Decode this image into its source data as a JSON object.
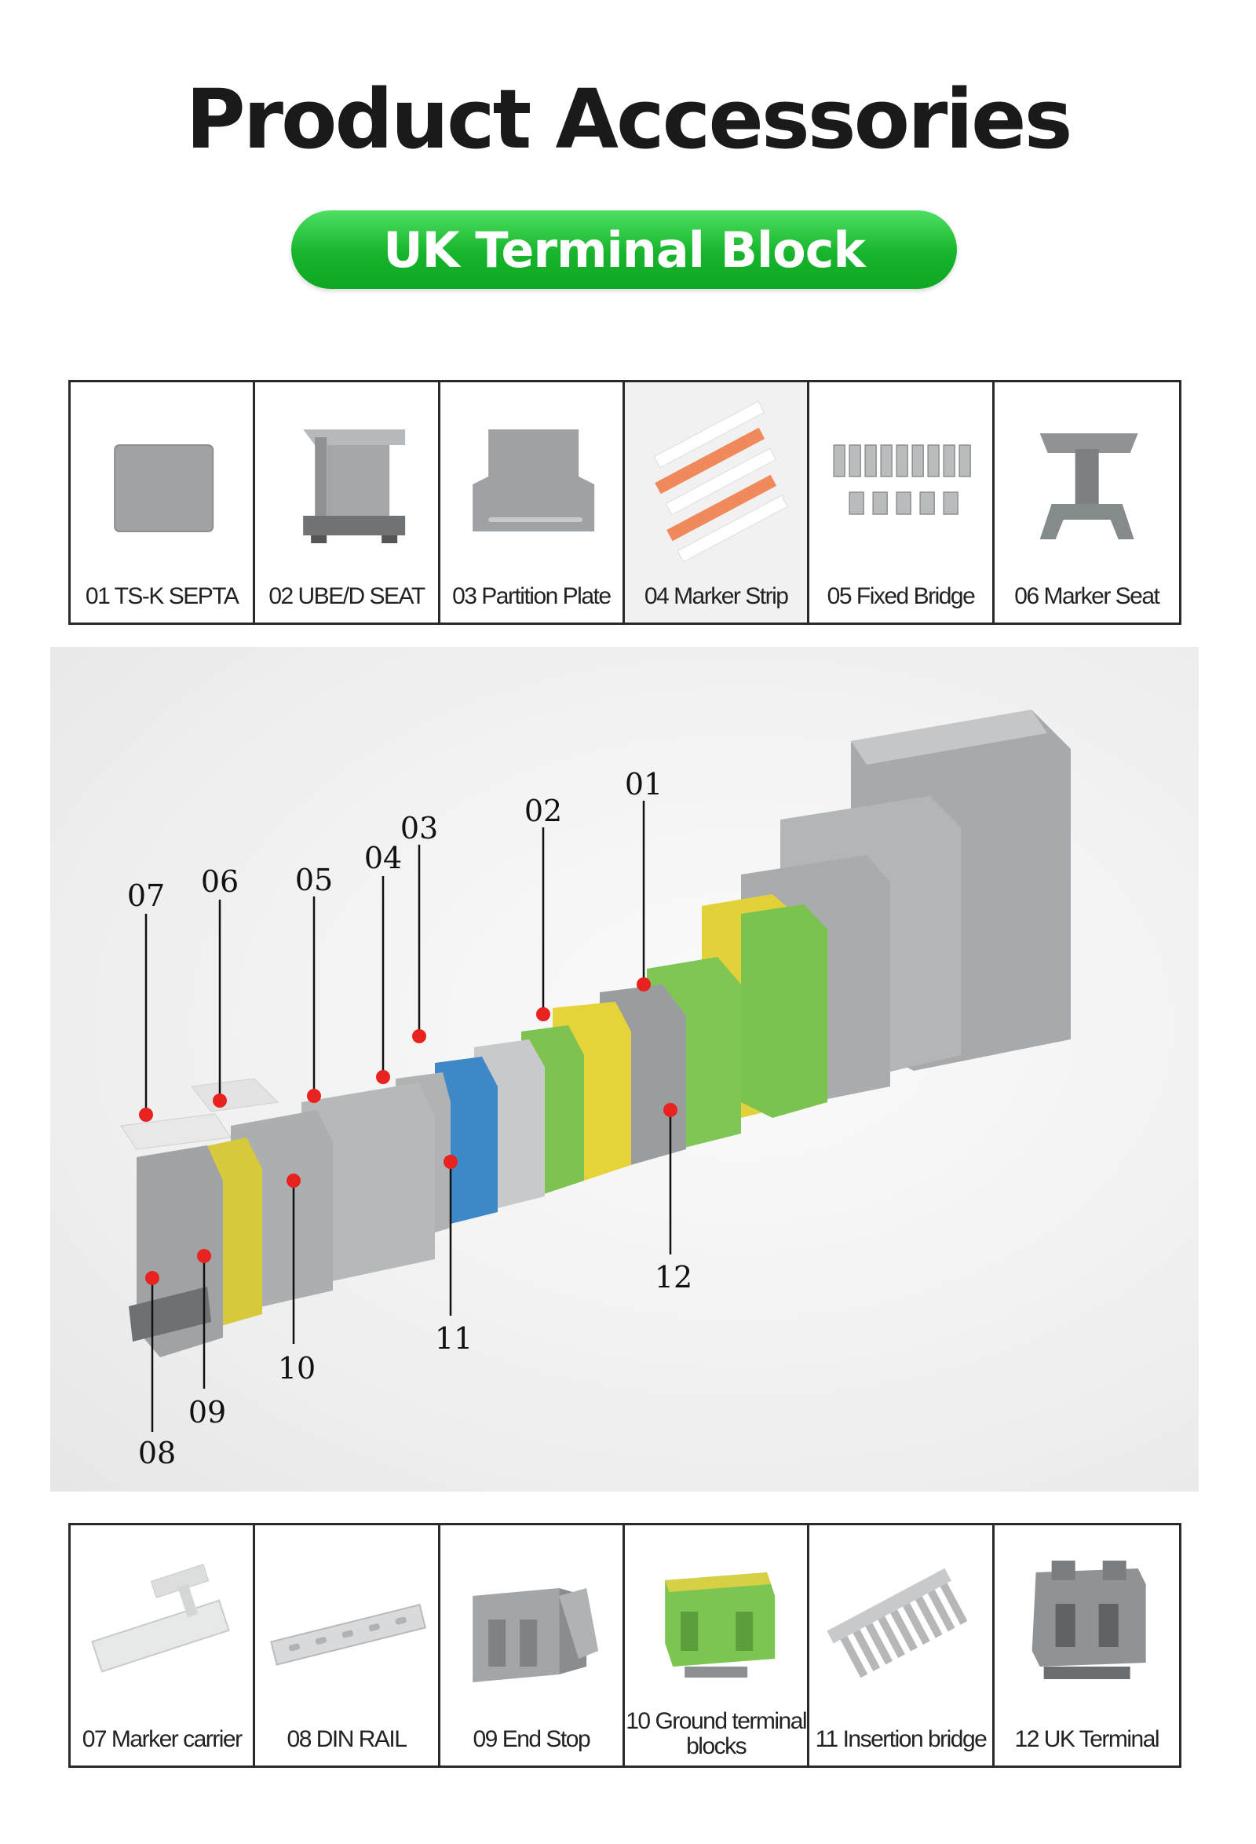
{
  "heading": {
    "title": "Product Accessories",
    "subtitle": "UK Terminal Block"
  },
  "colors": {
    "pill_green": "#17b42c",
    "marker_red": "#e8231f",
    "border": "#2a2a2a"
  },
  "top_items": [
    {
      "label": "01 TS-K SEPTA",
      "icon": "ts-k-septa-icon"
    },
    {
      "label": "02 UBE/D SEAT",
      "icon": "ube-d-seat-icon"
    },
    {
      "label": "03 Partition Plate",
      "icon": "partition-plate-icon"
    },
    {
      "label": "04 Marker Strip",
      "icon": "marker-strip-icon"
    },
    {
      "label": "05 Fixed Bridge",
      "icon": "fixed-bridge-icon"
    },
    {
      "label": "06 Marker Seat",
      "icon": "marker-seat-icon"
    }
  ],
  "bottom_items": [
    {
      "label": "07 Marker carrier",
      "icon": "marker-carrier-icon"
    },
    {
      "label": "08 DIN RAIL",
      "icon": "din-rail-icon"
    },
    {
      "label": "09 End Stop",
      "icon": "end-stop-icon"
    },
    {
      "label": "10 Ground terminal blocks",
      "icon": "ground-terminal-icon"
    },
    {
      "label": "11 Insertion bridge",
      "icon": "insertion-bridge-icon"
    },
    {
      "label": "12 UK Terminal",
      "icon": "uk-terminal-icon"
    }
  ],
  "callouts": [
    "01",
    "02",
    "03",
    "04",
    "05",
    "06",
    "07",
    "08",
    "09",
    "10",
    "11",
    "12"
  ]
}
